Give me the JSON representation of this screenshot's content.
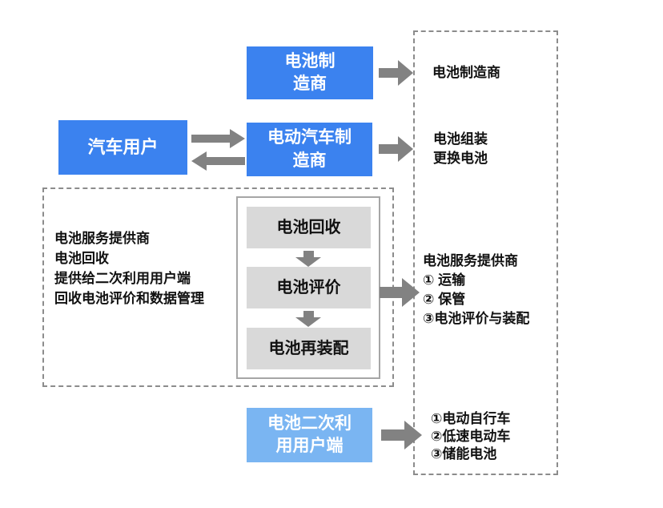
{
  "flow": {
    "battery_manufacturer": {
      "box_label": "电池制\n造商",
      "output_label": "电池制造商"
    },
    "vehicle_user": {
      "box_label": "汽车用户"
    },
    "ev_manufacturer": {
      "box_label": "电动汽车制\n造商",
      "output_label": "电池组装\n更换电池"
    },
    "service_provider": {
      "description": "电池服务提供商\n电池回收\n提供给二次利用用户端\n回收电池评价和数据管理",
      "steps": [
        "电池回收",
        "电池评价",
        "电池再装配"
      ],
      "output_label": "电池服务提供商\n① 运输\n② 保管\n③电池评价与装配"
    },
    "secondary_user": {
      "box_label": "电池二次利\n用用户端",
      "output_label": "①电动自行车\n②低速电动车\n③储能电池"
    }
  },
  "colors": {
    "box_blue": "#3b82ef",
    "box_light_blue": "#7ab5f2",
    "step_gray": "#d9d9d9",
    "arrow_gray": "#828282",
    "border_gray": "#8c8c8c",
    "inner_border_gray": "#a6a6a6",
    "text_dark": "#111111"
  }
}
